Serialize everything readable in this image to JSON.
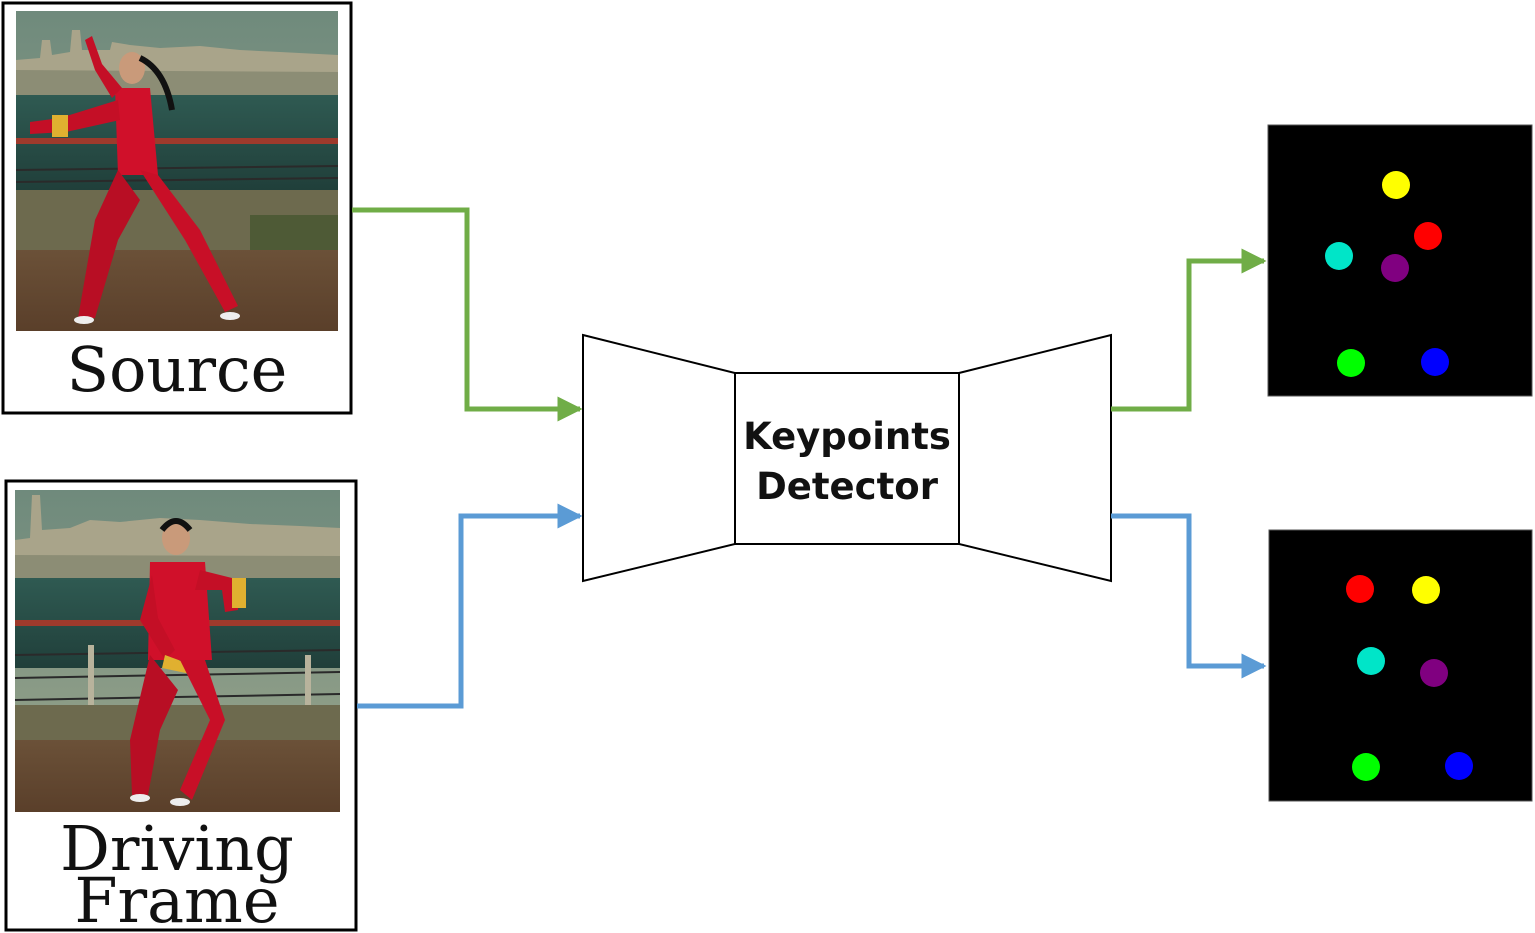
{
  "cards": {
    "source": {
      "label": "Source",
      "thumbnail": "tai-chi-video-frame"
    },
    "driving": {
      "label_line1": "Driving",
      "label_line2": "Frame",
      "thumbnail": "tai-chi-video-frame"
    }
  },
  "detector": {
    "label_line1": "Keypoints",
    "label_line2": "Detector"
  },
  "colors": {
    "source_arrow": "#70ad47",
    "driving_arrow": "#5b9bd5",
    "keypoint_background": "#000000",
    "keypoints": {
      "yellow": "#ffff00",
      "red": "#ff0000",
      "cyan": "#00e5c8",
      "purple": "#800080",
      "green": "#00ff00",
      "blue": "#0000ff"
    }
  }
}
